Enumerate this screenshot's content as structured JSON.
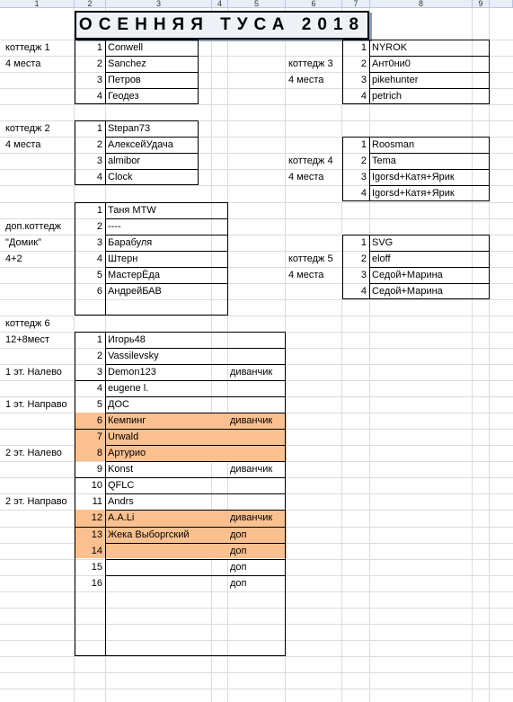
{
  "column_headers": [
    "1",
    "2",
    "3",
    "4",
    "5",
    "6",
    "7",
    "8",
    "9"
  ],
  "title": "ОСЕННЯЯ ТУСА 2018",
  "highlight_color": "#fac090",
  "left_labels": [
    "коттедж 1",
    "4 места",
    "коттедж 2",
    "4 места",
    "доп.коттедж",
    " \"Домик\"",
    "4+2",
    "коттедж 6",
    "12+8мест",
    "1 эт. Налево",
    "1 эт. Направо",
    "2 эт. Налево",
    "2 эт. Направо"
  ],
  "middle_labels": [
    "коттедж 3",
    "4 места",
    "коттедж 4",
    "4 места",
    "коттедж 5",
    "4 места"
  ],
  "cottage1": [
    [
      "1",
      "Conwell"
    ],
    [
      "2",
      "Sanchez"
    ],
    [
      "3",
      "Петров"
    ],
    [
      "4",
      "Геодез"
    ]
  ],
  "cottage2": [
    [
      "1",
      "Stepan73"
    ],
    [
      "2",
      "АлексейУдача"
    ],
    [
      "3",
      "almibor"
    ],
    [
      "4",
      "Clock"
    ]
  ],
  "dop": [
    [
      "1",
      "Таня MTW"
    ],
    [
      "2",
      "----"
    ],
    [
      "3",
      "Барабуля"
    ],
    [
      "4",
      "Штерн"
    ],
    [
      "5",
      "МастерЁда"
    ],
    [
      "6",
      "АндрейБАВ"
    ]
  ],
  "cottage3": [
    [
      "1",
      "NYROK"
    ],
    [
      "2",
      "Ант0ни0"
    ],
    [
      "3",
      "pikehunter"
    ],
    [
      "4",
      "petrich"
    ]
  ],
  "cottage4": [
    [
      "1",
      "Roosman"
    ],
    [
      "2",
      "Tema"
    ],
    [
      "3",
      "Igorsd+Катя+Ярик"
    ],
    [
      "4",
      "Igorsd+Катя+Ярик"
    ]
  ],
  "cottage5": [
    [
      "1",
      "SVG"
    ],
    [
      "2",
      "eloff"
    ],
    [
      "3",
      "Седой+Марина"
    ],
    [
      "4",
      "Седой+Марина"
    ]
  ],
  "cottage6": [
    [
      "1",
      "Игорь48",
      ""
    ],
    [
      "2",
      "Vassilevsky",
      ""
    ],
    [
      "3",
      "Demon123",
      "диванчик"
    ],
    [
      "4",
      "eugene l.",
      ""
    ],
    [
      "5",
      "ДОС",
      ""
    ],
    [
      "6",
      "Кемпинг",
      "диванчик"
    ],
    [
      "7",
      "Urwald",
      ""
    ],
    [
      "8",
      "Артурио",
      ""
    ],
    [
      "9",
      "Konst",
      "диванчик"
    ],
    [
      "10",
      "QFLC",
      ""
    ],
    [
      "11",
      "Andrs",
      ""
    ],
    [
      "12",
      "A.A.Li",
      "диванчик"
    ],
    [
      "13",
      "Жека Выборгский",
      "доп"
    ],
    [
      "14",
      "",
      "доп"
    ],
    [
      "15",
      "",
      "доп"
    ],
    [
      "16",
      "",
      "доп"
    ]
  ]
}
